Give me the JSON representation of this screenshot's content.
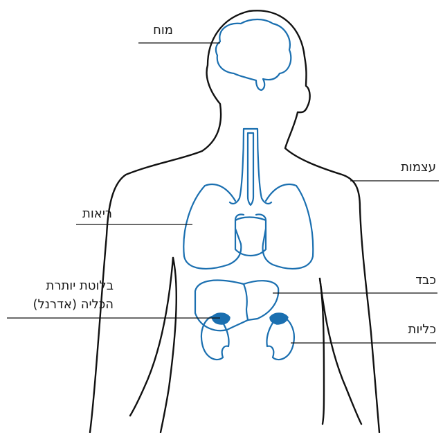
{
  "labels": {
    "brain": "מוח",
    "bones": "עצמות",
    "lungs": "ריאות",
    "liver": "כבד",
    "adrenal_line1": "בלוטת יותרת",
    "adrenal_line2": "הכליה (אדרנל)",
    "kidneys": "כליות"
  },
  "colors": {
    "organ": "#1a6fb0",
    "body": "#111111",
    "text": "#1a1a1a"
  }
}
